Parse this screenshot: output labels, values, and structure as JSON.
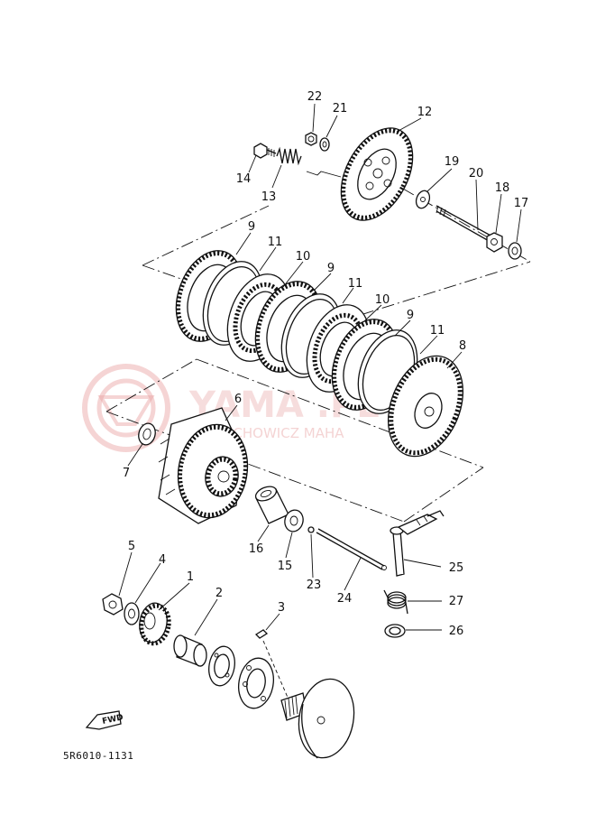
{
  "watermark": {
    "brand": "YAMA      .PL",
    "tagline": "MECHOWICZ          MAHA"
  },
  "diagram_code": "5R6010-1131",
  "fwd_label": "FWD",
  "callouts": [
    {
      "id": "c1",
      "label": "1"
    },
    {
      "id": "c2",
      "label": "2"
    },
    {
      "id": "c3",
      "label": "3"
    },
    {
      "id": "c4",
      "label": "4"
    },
    {
      "id": "c5",
      "label": "5"
    },
    {
      "id": "c6",
      "label": "6"
    },
    {
      "id": "c7",
      "label": "7"
    },
    {
      "id": "c8",
      "label": "8"
    },
    {
      "id": "c9a",
      "label": "9"
    },
    {
      "id": "c9b",
      "label": "9"
    },
    {
      "id": "c9c",
      "label": "9"
    },
    {
      "id": "c10a",
      "label": "10"
    },
    {
      "id": "c10b",
      "label": "10"
    },
    {
      "id": "c11a",
      "label": "11"
    },
    {
      "id": "c11b",
      "label": "11"
    },
    {
      "id": "c11c",
      "label": "11"
    },
    {
      "id": "c12",
      "label": "12"
    },
    {
      "id": "c13",
      "label": "13"
    },
    {
      "id": "c14",
      "label": "14"
    },
    {
      "id": "c15",
      "label": "15"
    },
    {
      "id": "c16",
      "label": "16"
    },
    {
      "id": "c17",
      "label": "17"
    },
    {
      "id": "c18",
      "label": "18"
    },
    {
      "id": "c19",
      "label": "19"
    },
    {
      "id": "c20",
      "label": "20"
    },
    {
      "id": "c21",
      "label": "21"
    },
    {
      "id": "c22",
      "label": "22"
    },
    {
      "id": "c23",
      "label": "23"
    },
    {
      "id": "c24",
      "label": "24"
    },
    {
      "id": "c25",
      "label": "25"
    },
    {
      "id": "c26",
      "label": "26"
    },
    {
      "id": "c27",
      "label": "27"
    }
  ]
}
